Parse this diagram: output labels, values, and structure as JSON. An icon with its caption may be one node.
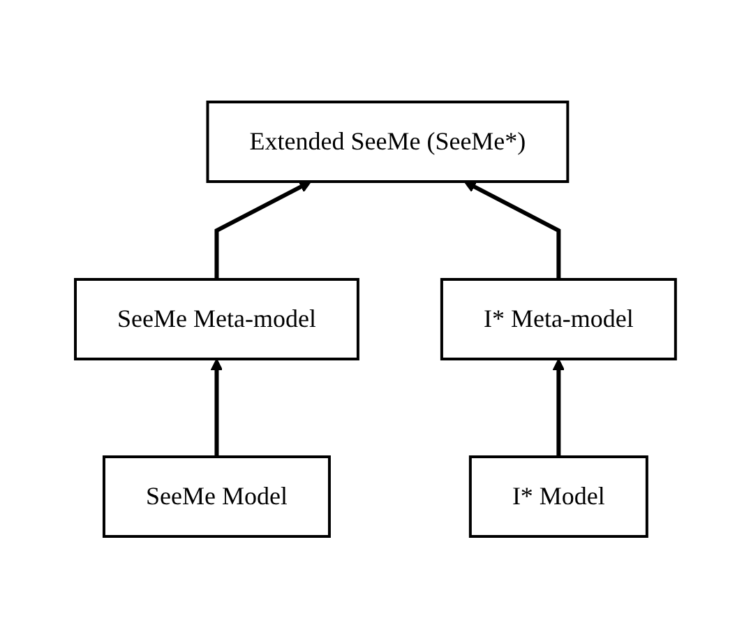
{
  "diagram": {
    "nodes": [
      {
        "text": [
          "Extended SeeMe (SeeMe*)"
        ]
      },
      {
        "text": [
          "SeeMe Meta-model"
        ]
      },
      {
        "text": [
          "I* Meta-model"
        ]
      },
      {
        "text": [
          "SeeMe Model"
        ]
      },
      {
        "text": [
          "I* Model"
        ]
      }
    ],
    "edges": [
      {
        "from": 1,
        "to": 0,
        "arrow": "to"
      },
      {
        "from": 2,
        "to": 0,
        "arrow": "to"
      },
      {
        "from": 3,
        "to": 1,
        "arrow": "to"
      },
      {
        "from": 4,
        "to": 2,
        "arrow": "to"
      }
    ]
  }
}
